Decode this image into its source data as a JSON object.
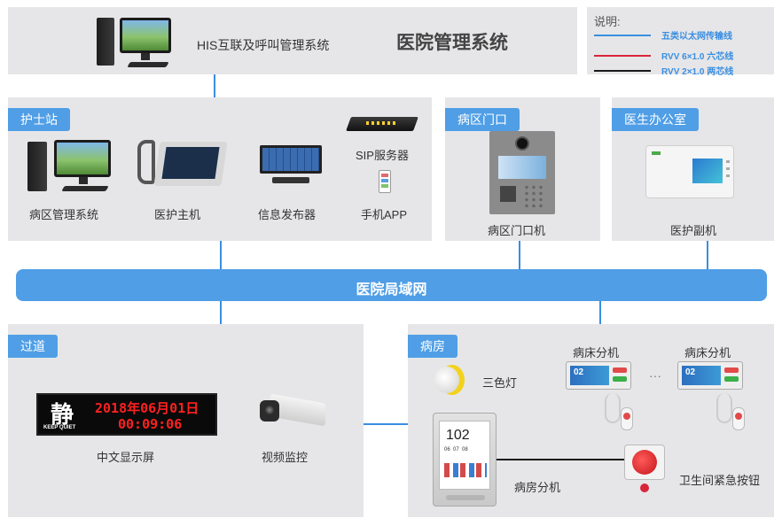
{
  "title": "医院管理系统",
  "his_label": "HIS互联及呼叫管理系统",
  "legend": {
    "heading": "说明:",
    "items": [
      {
        "label": "五类以太网传输线",
        "color": "#3a8ee0"
      },
      {
        "label": "RVV 6×1.0 六芯线",
        "color": "#d8253a"
      },
      {
        "label": "RVV 2×1.0 两芯线",
        "color": "#1a1a1a"
      }
    ]
  },
  "nurse_station": {
    "tag": "护士站",
    "devices": [
      "病区管理系统",
      "医护主机",
      "信息发布器",
      "SIP服务器",
      "手机APP"
    ]
  },
  "ward_door": {
    "tag": "病区门口",
    "device": "病区门口机"
  },
  "doctor_office": {
    "tag": "医生办公室",
    "device": "医护副机"
  },
  "lan": {
    "label": "医院局域网"
  },
  "corridor": {
    "tag": "过道",
    "led_char": "静",
    "led_sub": "KEEP QUIET",
    "led_date": "2018年06月01日",
    "led_time": "00:09:06",
    "devices": [
      "中文显示屏",
      "视频监控"
    ]
  },
  "ward": {
    "tag": "病房",
    "lamp": "三色灯",
    "bed_unit": "病床分机",
    "ellipsis": "···",
    "room_unit": "病房分机",
    "room_number": "102",
    "room_beds": "06  07  08",
    "bed_number": "02",
    "emergency": "卫生间紧急按钮"
  }
}
